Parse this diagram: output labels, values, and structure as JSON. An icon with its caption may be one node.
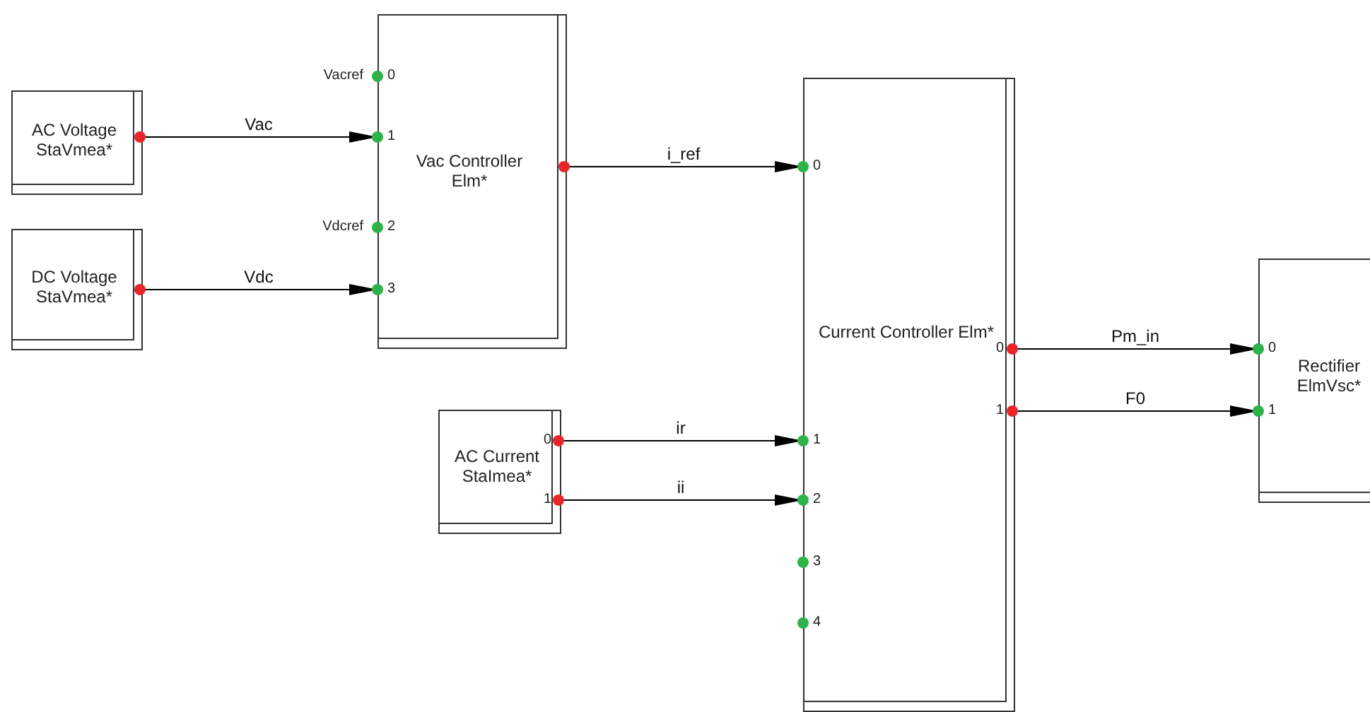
{
  "diagram": {
    "nodes": [
      {
        "text": [
          "AC Voltage StaVmea*"
        ]
      },
      {
        "text": [
          "DC Voltage StaVmea*"
        ]
      },
      {
        "text": [
          "Vac Controller Elm*"
        ]
      },
      {
        "text": [
          "AC Current StaImea*"
        ]
      },
      {
        "text": [
          "Current Controller Elm*"
        ]
      },
      {
        "text": [
          "Rectifier ElmVsc*"
        ]
      }
    ],
    "edges": [
      {
        "from": 0,
        "to": 2,
        "arrow": "to",
        "label": "Vac"
      },
      {
        "from": 1,
        "to": 2,
        "arrow": "to",
        "label": "Vdc"
      },
      {
        "from": 2,
        "to": 4,
        "arrow": "to",
        "label": "i_ref"
      },
      {
        "from": 3,
        "to": 4,
        "arrow": "to",
        "label": "ir"
      },
      {
        "from": 3,
        "to": 4,
        "arrow": "to",
        "label": "ii"
      },
      {
        "from": 4,
        "to": 5,
        "arrow": "to",
        "label": "Pm_in"
      },
      {
        "from": 4,
        "to": 5,
        "arrow": "to",
        "label": "F0"
      }
    ],
    "labels": [
      "Vacref",
      "0",
      "1",
      "Vdcref",
      "2",
      "3",
      "0",
      "0",
      "1",
      "0",
      "1",
      "0",
      "1",
      "1",
      "2",
      "3",
      "4"
    ]
  }
}
